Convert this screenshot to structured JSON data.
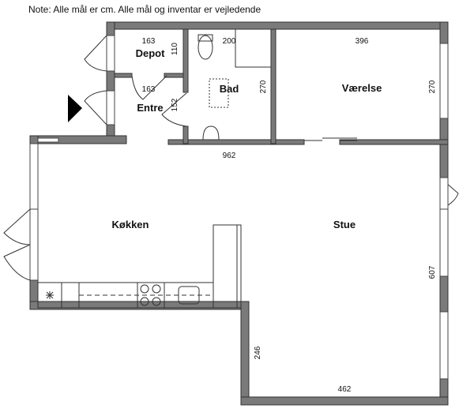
{
  "note": "Note: Alle mål er cm. Alle mål og inventar er vejledende",
  "rooms": {
    "depot": "Depot",
    "entre": "Entre",
    "bad": "Bad",
    "vaerelse": "Værelse",
    "kokken": "Køkken",
    "stue": "Stue"
  },
  "dimensions": {
    "depot_width": "163",
    "depot_depth": "110",
    "entre_width": "163",
    "entre_depth": "152",
    "bad_width": "200",
    "bad_depth": "270",
    "vaerelse_width": "396",
    "vaerelse_depth": "270",
    "total_width": "962",
    "stue_depth": "607",
    "stue_lower_depth": "246",
    "stue_lower_width": "462"
  },
  "colors": {
    "wall": "#7a7a7a"
  }
}
